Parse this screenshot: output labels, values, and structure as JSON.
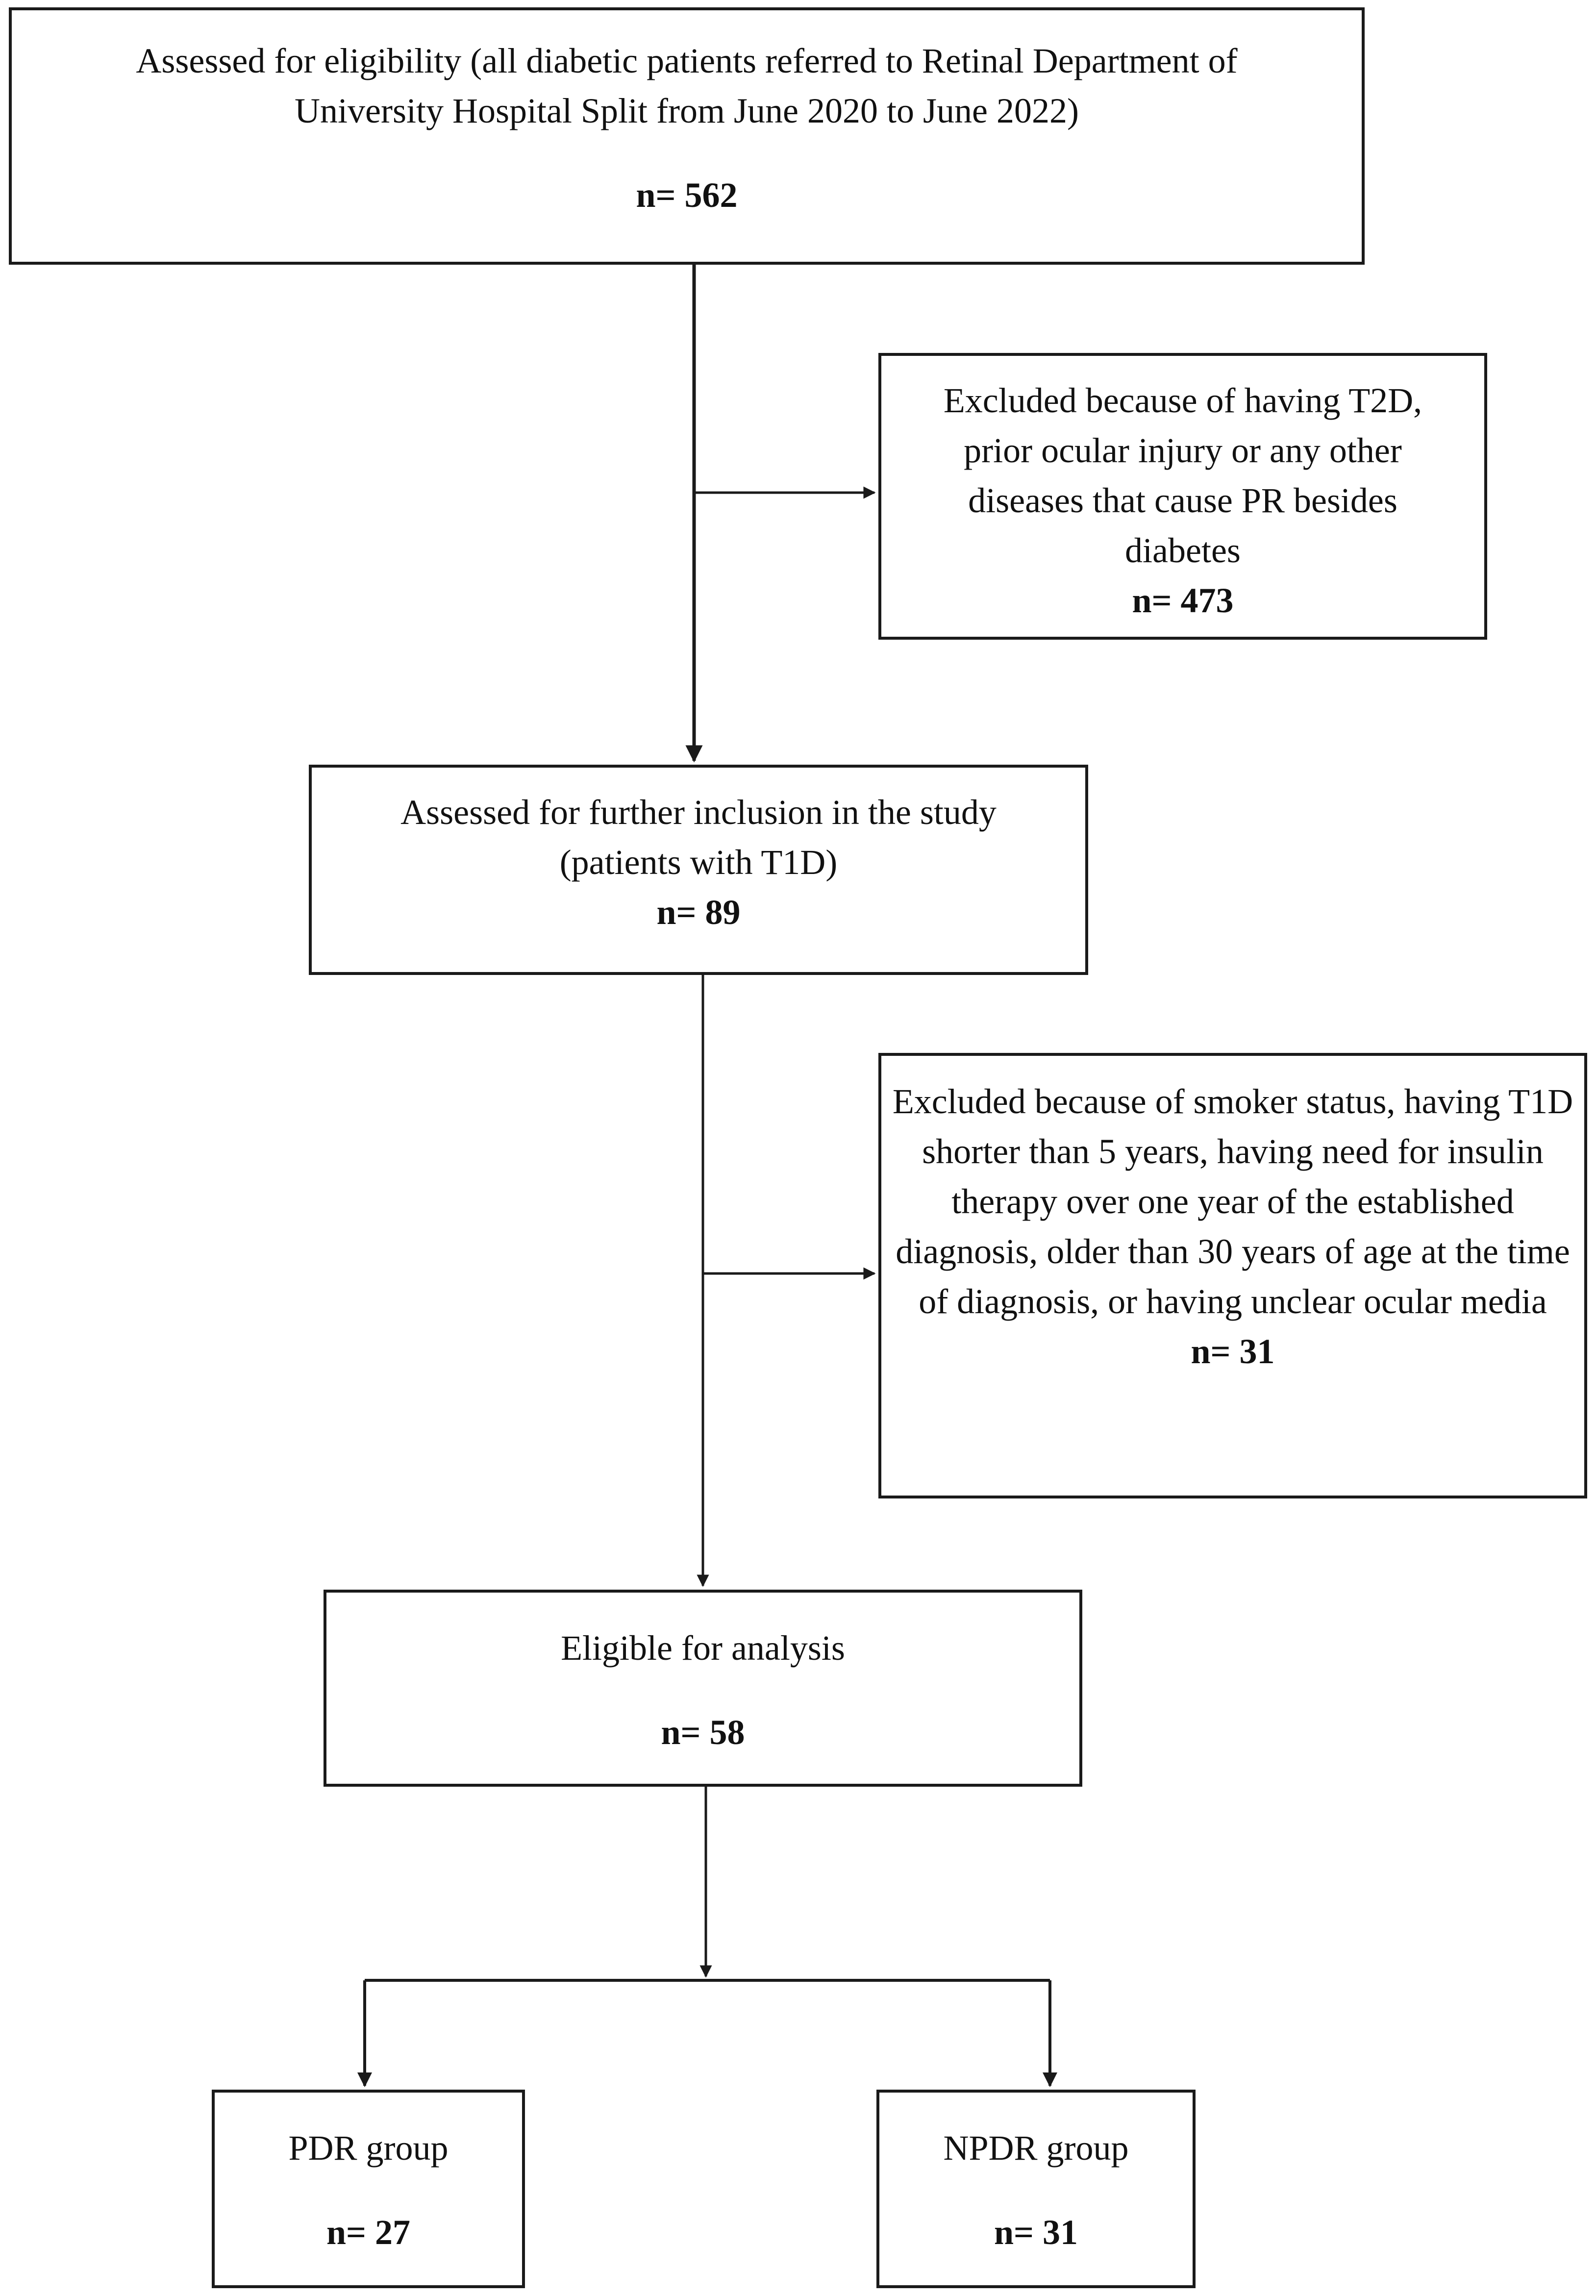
{
  "flowchart": {
    "assessed": {
      "label": "Assessed for eligibility (all diabetic patients referred to Retinal Department of University Hospital Split from June 2020 to June 2022)",
      "count": "n= 562"
    },
    "excluded_1": {
      "label": "Excluded because of having T2D, prior ocular injury or any other diseases that cause PR besides diabetes",
      "count": "n= 473"
    },
    "further_inclusion": {
      "label": "Assessed for further inclusion in the study (patients with T1D)",
      "count": "n= 89"
    },
    "excluded_2": {
      "label": "Excluded because of smoker status, having T1D shorter than 5 years, having need for insulin therapy over one year of the established diagnosis, older than 30 years of age at the time of diagnosis, or having unclear ocular media",
      "count": "n= 31"
    },
    "eligible": {
      "label": "Eligible for analysis",
      "count": "n= 58"
    },
    "pdr": {
      "label": "PDR group",
      "count": "n= 27"
    },
    "npdr": {
      "label": "NPDR group",
      "count": "n= 31"
    }
  },
  "colors": {
    "line": "#1a1a1a",
    "background": "#ffffff"
  }
}
